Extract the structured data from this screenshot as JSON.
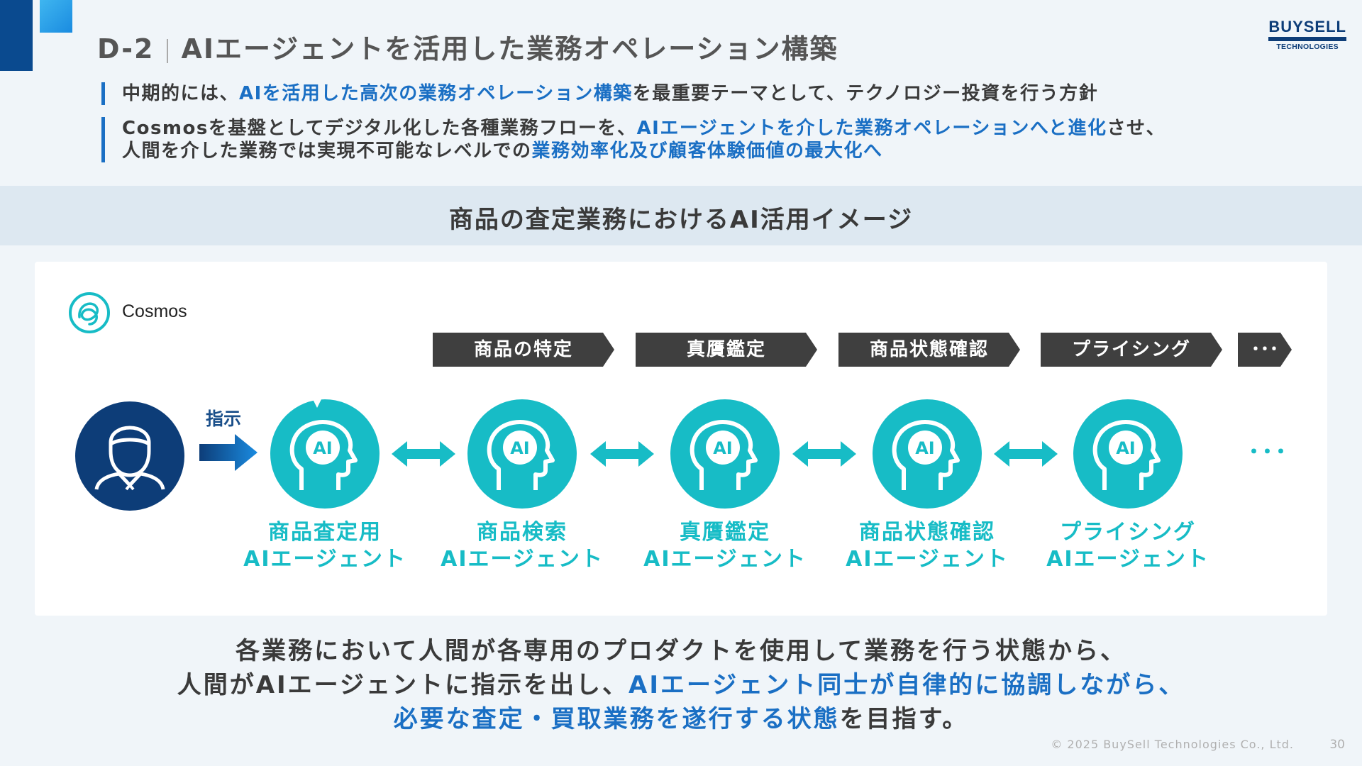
{
  "header": {
    "section": "D-2",
    "title": "AIエージェントを活用した業務オペレーション構築",
    "logo_main": "BUYSELL",
    "logo_sub": "TECHNOLOGIES"
  },
  "bullets": {
    "b1_a": "中期的には、",
    "b1_hl": "AIを活用した高次の業務オペレーション構築",
    "b1_b": "を最重要テーマとして、テクノロジー投資を行う方針",
    "b2_a": "Cosmosを基盤としてデジタル化した各種業務フローを、",
    "b2_hl": "AIエージェントを介した業務オペレーションへと進化",
    "b2_b": "させ、",
    "b3_a": "人間を介した業務では実現不可能なレベルでの",
    "b3_hl": "業務効率化及び顧客体験価値の最大化へ"
  },
  "band_title": "商品の査定業務におけるAI活用イメージ",
  "cosmos": {
    "label": "Cosmos"
  },
  "process_steps": [
    "商品の特定",
    "真贋鑑定",
    "商品状態確認",
    "プライシング",
    "･･･"
  ],
  "instruction": "指示",
  "agents": [
    {
      "line1": "商品査定用",
      "line2": "AIエージェント"
    },
    {
      "line1": "商品検索",
      "line2": "AIエージェント"
    },
    {
      "line1": "真贋鑑定",
      "line2": "AIエージェント"
    },
    {
      "line1": "商品状態確認",
      "line2": "AIエージェント"
    },
    {
      "line1": "プライシング",
      "line2": "AIエージェント"
    }
  ],
  "agent_icon_text": "AI",
  "ellipsis": "･･･",
  "conclusion": {
    "line1": "各業務において人間が各専用のプロダクトを使用して業務を行う状態から、",
    "line2_a": "人間がAIエージェントに指示を出し、",
    "line2_hl": "AIエージェント同士が自律的に協調しながら、",
    "line3_hl": "必要な査定・買取業務を遂行する状態",
    "line3_b": "を目指す。"
  },
  "footer": {
    "copyright": "© 2025 BuySell Technologies Co., Ltd.",
    "page": "30"
  },
  "colors": {
    "accent_blue": "#1a6fc4",
    "navy": "#0d3d78",
    "teal": "#17bcc6",
    "dark_chevron": "#3f3f3f"
  }
}
